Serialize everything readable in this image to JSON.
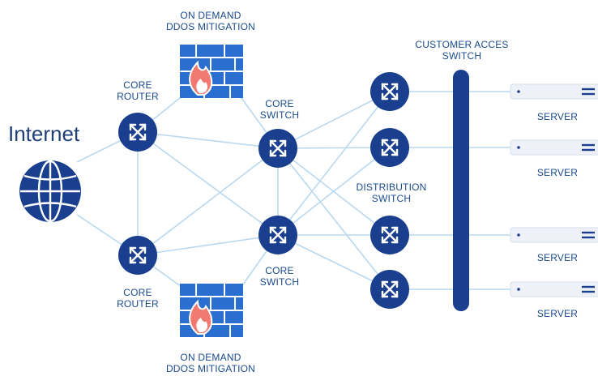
{
  "internet": {
    "label": "Internet"
  },
  "core_routers": [
    {
      "label": "CORE\nROUTER"
    },
    {
      "label": "CORE\nROUTER"
    }
  ],
  "core_switches": [
    {
      "label": "CORE\nSWITCH"
    },
    {
      "label": "CORE\nSWITCH"
    }
  ],
  "ddos": [
    {
      "label": "ON DEMAND\nDDOS MITIGATION"
    },
    {
      "label": "ON DEMAND\nDDOS MITIGATION"
    }
  ],
  "distribution_switch": {
    "label": "DISTRIBUTION\nSWITCH"
  },
  "customer_access_switch": {
    "label": "CUSTOMER ACCES\nSWITCH"
  },
  "servers": [
    {
      "label": "SERVER"
    },
    {
      "label": "SERVER"
    },
    {
      "label": "SERVER"
    },
    {
      "label": "SERVER"
    }
  ],
  "colors": {
    "node": "#1a3f8f",
    "line": "#b9d8ef",
    "label": "#1a4a8c",
    "firewall": "#2a6fd0",
    "flame": "#f07a72"
  }
}
